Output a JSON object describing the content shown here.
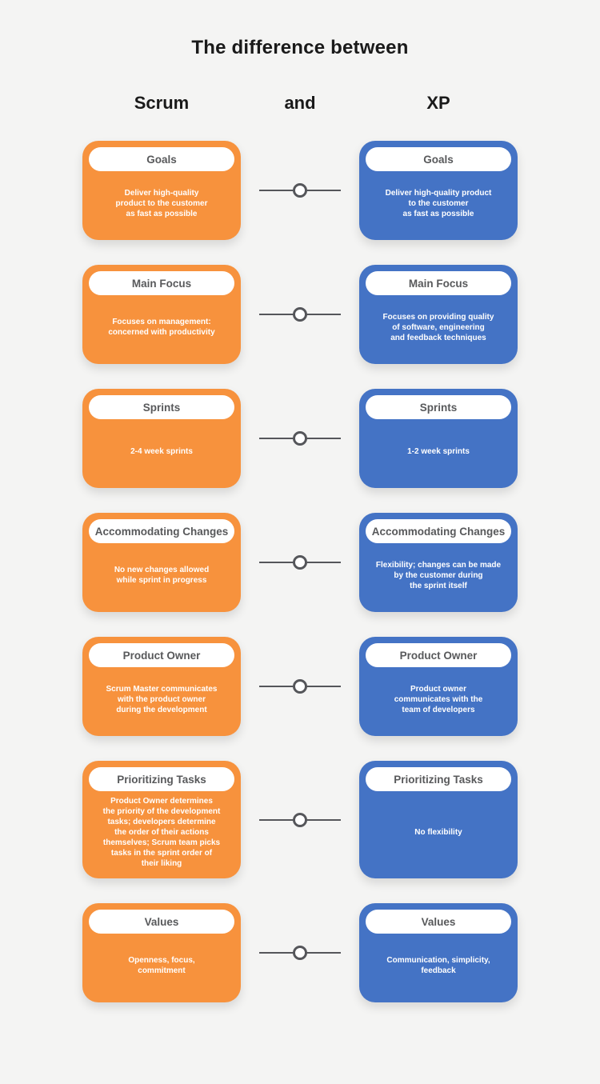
{
  "header": {
    "title": "The difference between",
    "columns": [
      "Scrum",
      "and",
      "XP"
    ]
  },
  "colors": {
    "background": "#F4F4F3",
    "heading_text": "#1A1A1A",
    "scrum_orange": "#F7923D",
    "xp_blue": "#4473C5",
    "card_title_text": "#58595B",
    "card_body_text": "#FFFFFF",
    "connector_gray": "#55565A"
  },
  "rows": [
    {
      "title": "Goals",
      "scrum": "Deliver high-quality\nproduct to the customer\nas fast as possible",
      "xp": "Deliver high-quality product\nto the customer\nas fast as possible"
    },
    {
      "title": "Main Focus",
      "scrum": "Focuses on management:\nconcerned with productivity",
      "xp": "Focuses on providing quality\nof software, engineering\nand feedback techniques"
    },
    {
      "title": "Sprints",
      "scrum": "2-4 week sprints",
      "xp": "1-2 week sprints"
    },
    {
      "title": "Accommodating Changes",
      "scrum": "No new changes allowed\nwhile sprint in progress",
      "xp": "Flexibility; changes can be made\nby the customer during\nthe sprint itself"
    },
    {
      "title": "Product Owner",
      "scrum": "Scrum Master communicates\nwith the product owner\nduring the development",
      "xp": "Product owner\ncommunicates with the\nteam of developers"
    },
    {
      "title": "Prioritizing Tasks",
      "scrum": "Product Owner determines\nthe priority of the development\ntasks; developers determine\nthe order of their actions\nthemselves; Scrum team picks\ntasks in the sprint order of\ntheir liking",
      "xp": "No flexibility"
    },
    {
      "title": "Values",
      "scrum": "Openness, focus,\ncommitment",
      "xp": "Communication, simplicity,\nfeedback"
    }
  ]
}
